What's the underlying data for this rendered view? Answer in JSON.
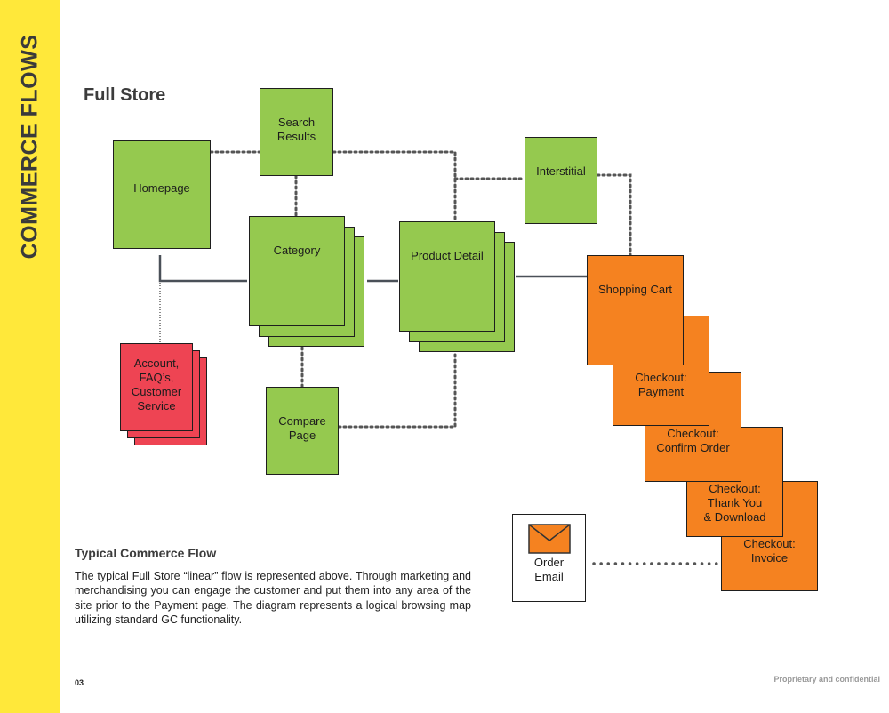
{
  "sidebar": {
    "title": "COMMERCE FLOWS"
  },
  "heading": "Full Store",
  "nodes": {
    "search_results": "Search\nResults",
    "homepage": "Homepage",
    "interstitial": "Interstitial",
    "category": "Category",
    "product_detail": "Product Detail",
    "shopping_cart": "Shopping Cart",
    "account": "Account,\nFAQ’s,\nCustomer\nService",
    "compare_page": "Compare\nPage",
    "checkout_payment": "Checkout:\nPayment",
    "checkout_confirm": "Checkout:\nConfirm Order",
    "checkout_thankyou": "Checkout:\nThank You\n& Download",
    "checkout_invoice": "Checkout:\nInvoice",
    "order_email": "Order\nEmail"
  },
  "colors": {
    "sidebar": "#FFE83A",
    "green": "#95C94F",
    "red": "#EE4453",
    "orange": "#F58220"
  },
  "icons": {
    "order_email": "envelope-icon"
  },
  "description": {
    "title": "Typical Commerce Flow",
    "body": "The typical Full Store “linear” flow is represented above. Through marketing and merchandising you can engage the customer and put them into any area of the site prior to the Payment page. The diagram represents a logical browsing map utilizing standard GC functionality."
  },
  "footer": {
    "page_number": "03",
    "confidential": "Proprietary and confidential"
  }
}
